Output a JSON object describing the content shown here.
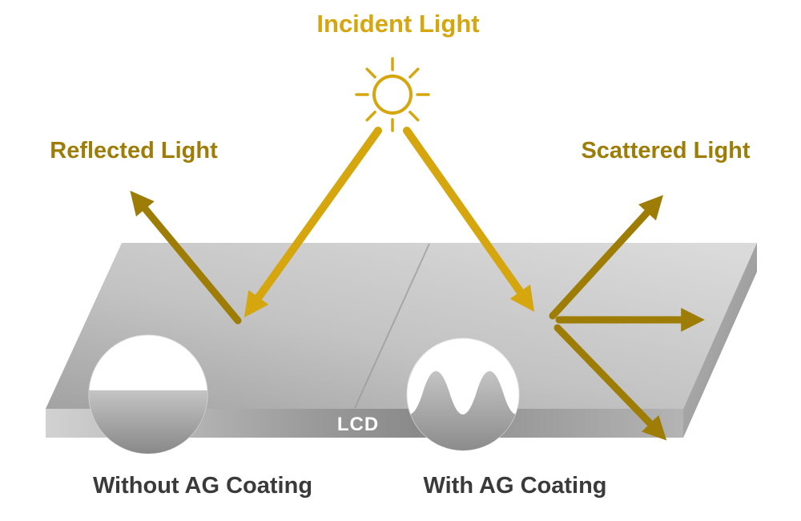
{
  "diagram": {
    "title": "Incident Light",
    "labels": {
      "reflected": "Reflected Light",
      "scattered": "Scattered Light",
      "lcd": "LCD",
      "without_ag": "Without AG Coating",
      "with_ag": "With AG Coating"
    },
    "icons": {
      "sun": "sun-icon"
    },
    "colors": {
      "incident_gold": "#D5A60D",
      "reflected_gold": "#9E7D06",
      "label_dark": "#3A3A3A",
      "lcd_text": "#FFFFFF",
      "panel_light": "#DCDCDC",
      "panel_mid": "#B5B5B5",
      "panel_dark": "#8A8A8A"
    }
  }
}
